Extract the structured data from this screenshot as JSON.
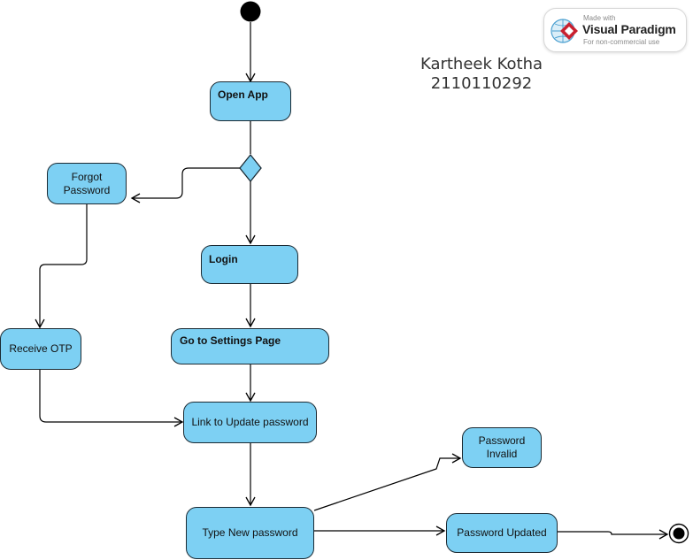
{
  "author": {
    "name": "Kartheek Kotha",
    "id": "2110110292"
  },
  "watermark": {
    "line1": "Made with",
    "line2": "Visual Paradigm",
    "line3": "For non-commercial use"
  },
  "nodes": {
    "open_app": "Open App",
    "forgot_password": "Forgot\nPassword",
    "login": "Login",
    "settings": "Go to  Settings Page",
    "receive_otp": "Receive OTP",
    "link_update": "Link to  Update password",
    "password_invalid": "Password\nInvalid",
    "type_new_password": "Type New password",
    "password_updated": "Password Updated"
  },
  "colors": {
    "node_fill": "#7dd0f3",
    "stroke": "#000000",
    "text": "#111111"
  }
}
